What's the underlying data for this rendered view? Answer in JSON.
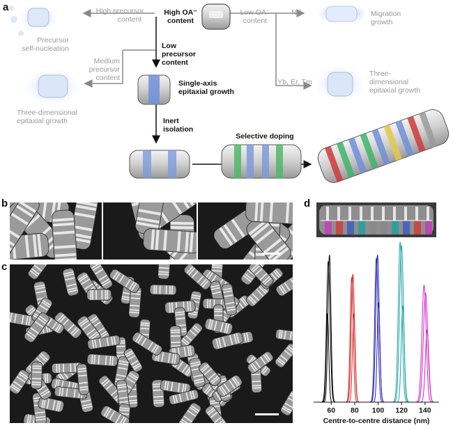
{
  "panels": {
    "a": "a",
    "b": "b",
    "c": "c",
    "d": "d"
  },
  "schematic": {
    "center_label": [
      "High OA⁻",
      "content"
    ],
    "high_precursor": [
      "High precursor",
      "content"
    ],
    "precursor_self_nucleation": [
      "Precursor",
      "self-nucleation"
    ],
    "low_oa": [
      "Low OA⁻",
      "content"
    ],
    "nd": "Nd",
    "migration_growth": [
      "Migration",
      "growth"
    ],
    "low_precursor": [
      "Low",
      "precursor",
      "content"
    ],
    "medium_precursor": [
      "Medium",
      "precursor",
      "content"
    ],
    "three_dim_left": [
      "Three-dimensional",
      "epitaxial growth"
    ],
    "single_axis": [
      "Single-axis",
      "epitaxial growth"
    ],
    "yb_er_tm": "Yb, Er, Tm",
    "three_dim_right": [
      "Three-",
      "dimensional",
      "epitaxial growth"
    ],
    "inert_isolation": [
      "Inert",
      "isolation"
    ],
    "selective_doping": "Selective doping"
  },
  "chart_data": {
    "type": "line",
    "title": "",
    "xlabel": "Centre-to-centre distance (nm)",
    "ylabel": "",
    "xlim": [
      45,
      152
    ],
    "xticks": [
      60,
      80,
      100,
      120,
      140
    ],
    "series": [
      {
        "color": "#000000",
        "peaks": [
          {
            "center": 57.5,
            "sigma": 1.5,
            "height": 0.88
          },
          {
            "center": 58.5,
            "sigma": 1.3,
            "height": 0.92
          },
          {
            "center": 56.8,
            "sigma": 1.1,
            "height": 0.55
          }
        ]
      },
      {
        "color": "#d42020",
        "peaks": [
          {
            "center": 77.5,
            "sigma": 1.3,
            "height": 0.78
          },
          {
            "center": 78.5,
            "sigma": 1.4,
            "height": 0.8
          },
          {
            "center": 79.3,
            "sigma": 1.2,
            "height": 0.55
          }
        ]
      },
      {
        "color": "#2020b0",
        "peaks": [
          {
            "center": 98.5,
            "sigma": 1.4,
            "height": 0.9
          },
          {
            "center": 99.5,
            "sigma": 1.5,
            "height": 0.92
          },
          {
            "center": 100.4,
            "sigma": 1.2,
            "height": 0.62
          }
        ]
      },
      {
        "color": "#17a3a3",
        "peaks": [
          {
            "center": 118.8,
            "sigma": 1.6,
            "height": 1.0
          },
          {
            "center": 120.0,
            "sigma": 1.7,
            "height": 0.98
          },
          {
            "center": 121.0,
            "sigma": 1.3,
            "height": 0.6
          }
        ]
      },
      {
        "color": "#cc22cc",
        "peaks": [
          {
            "center": 139.2,
            "sigma": 1.8,
            "height": 0.73
          },
          {
            "center": 140.5,
            "sigma": 1.9,
            "height": 0.68
          },
          {
            "center": 141.8,
            "sigma": 1.5,
            "height": 0.45
          }
        ]
      }
    ]
  }
}
